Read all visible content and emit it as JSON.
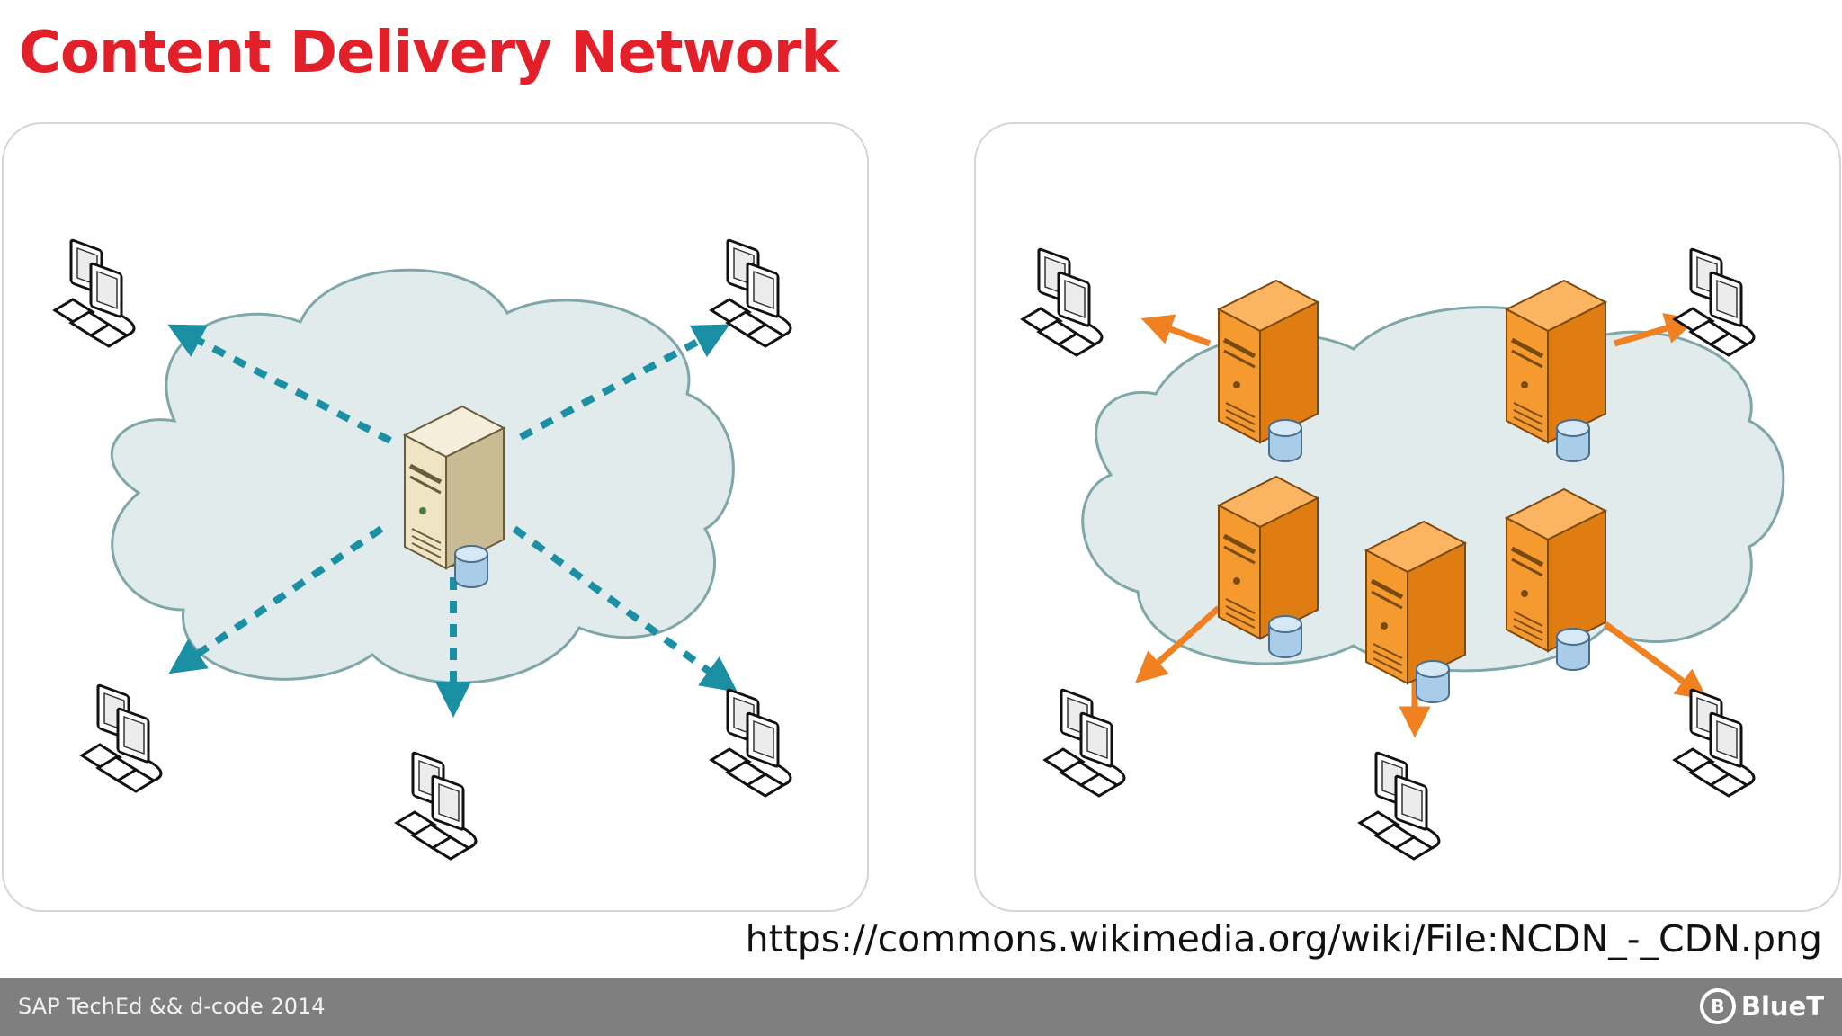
{
  "slide": {
    "title": "Content Delivery Network",
    "source_url": "https://commons.wikimedia.org/wiki/File:NCDN_-_CDN.png",
    "footer_text": "SAP TechEd && d-code 2014",
    "logo_text": "BlueT"
  },
  "diagrams": {
    "left": {
      "server_color": "beige",
      "arrow_color": "teal",
      "arrow_style": "dashed"
    },
    "right": {
      "server_color": "orange",
      "arrow_color": "orange",
      "arrow_style": "solid"
    }
  },
  "colors": {
    "title": "#e3202a",
    "footer_bg": "#7f7f7f",
    "cloud_fill": "#e1ebec",
    "cloud_stroke": "#7fa6a8",
    "dashed_arrow": "#1b8fa4",
    "solid_arrow": "#f08020",
    "origin_server": "#e3dcc0",
    "edge_server": "#f39a34",
    "disk": "#a9cde8"
  },
  "icons": [
    "workstation-icon",
    "server-icon",
    "cloud-icon",
    "arrow-icon"
  ]
}
